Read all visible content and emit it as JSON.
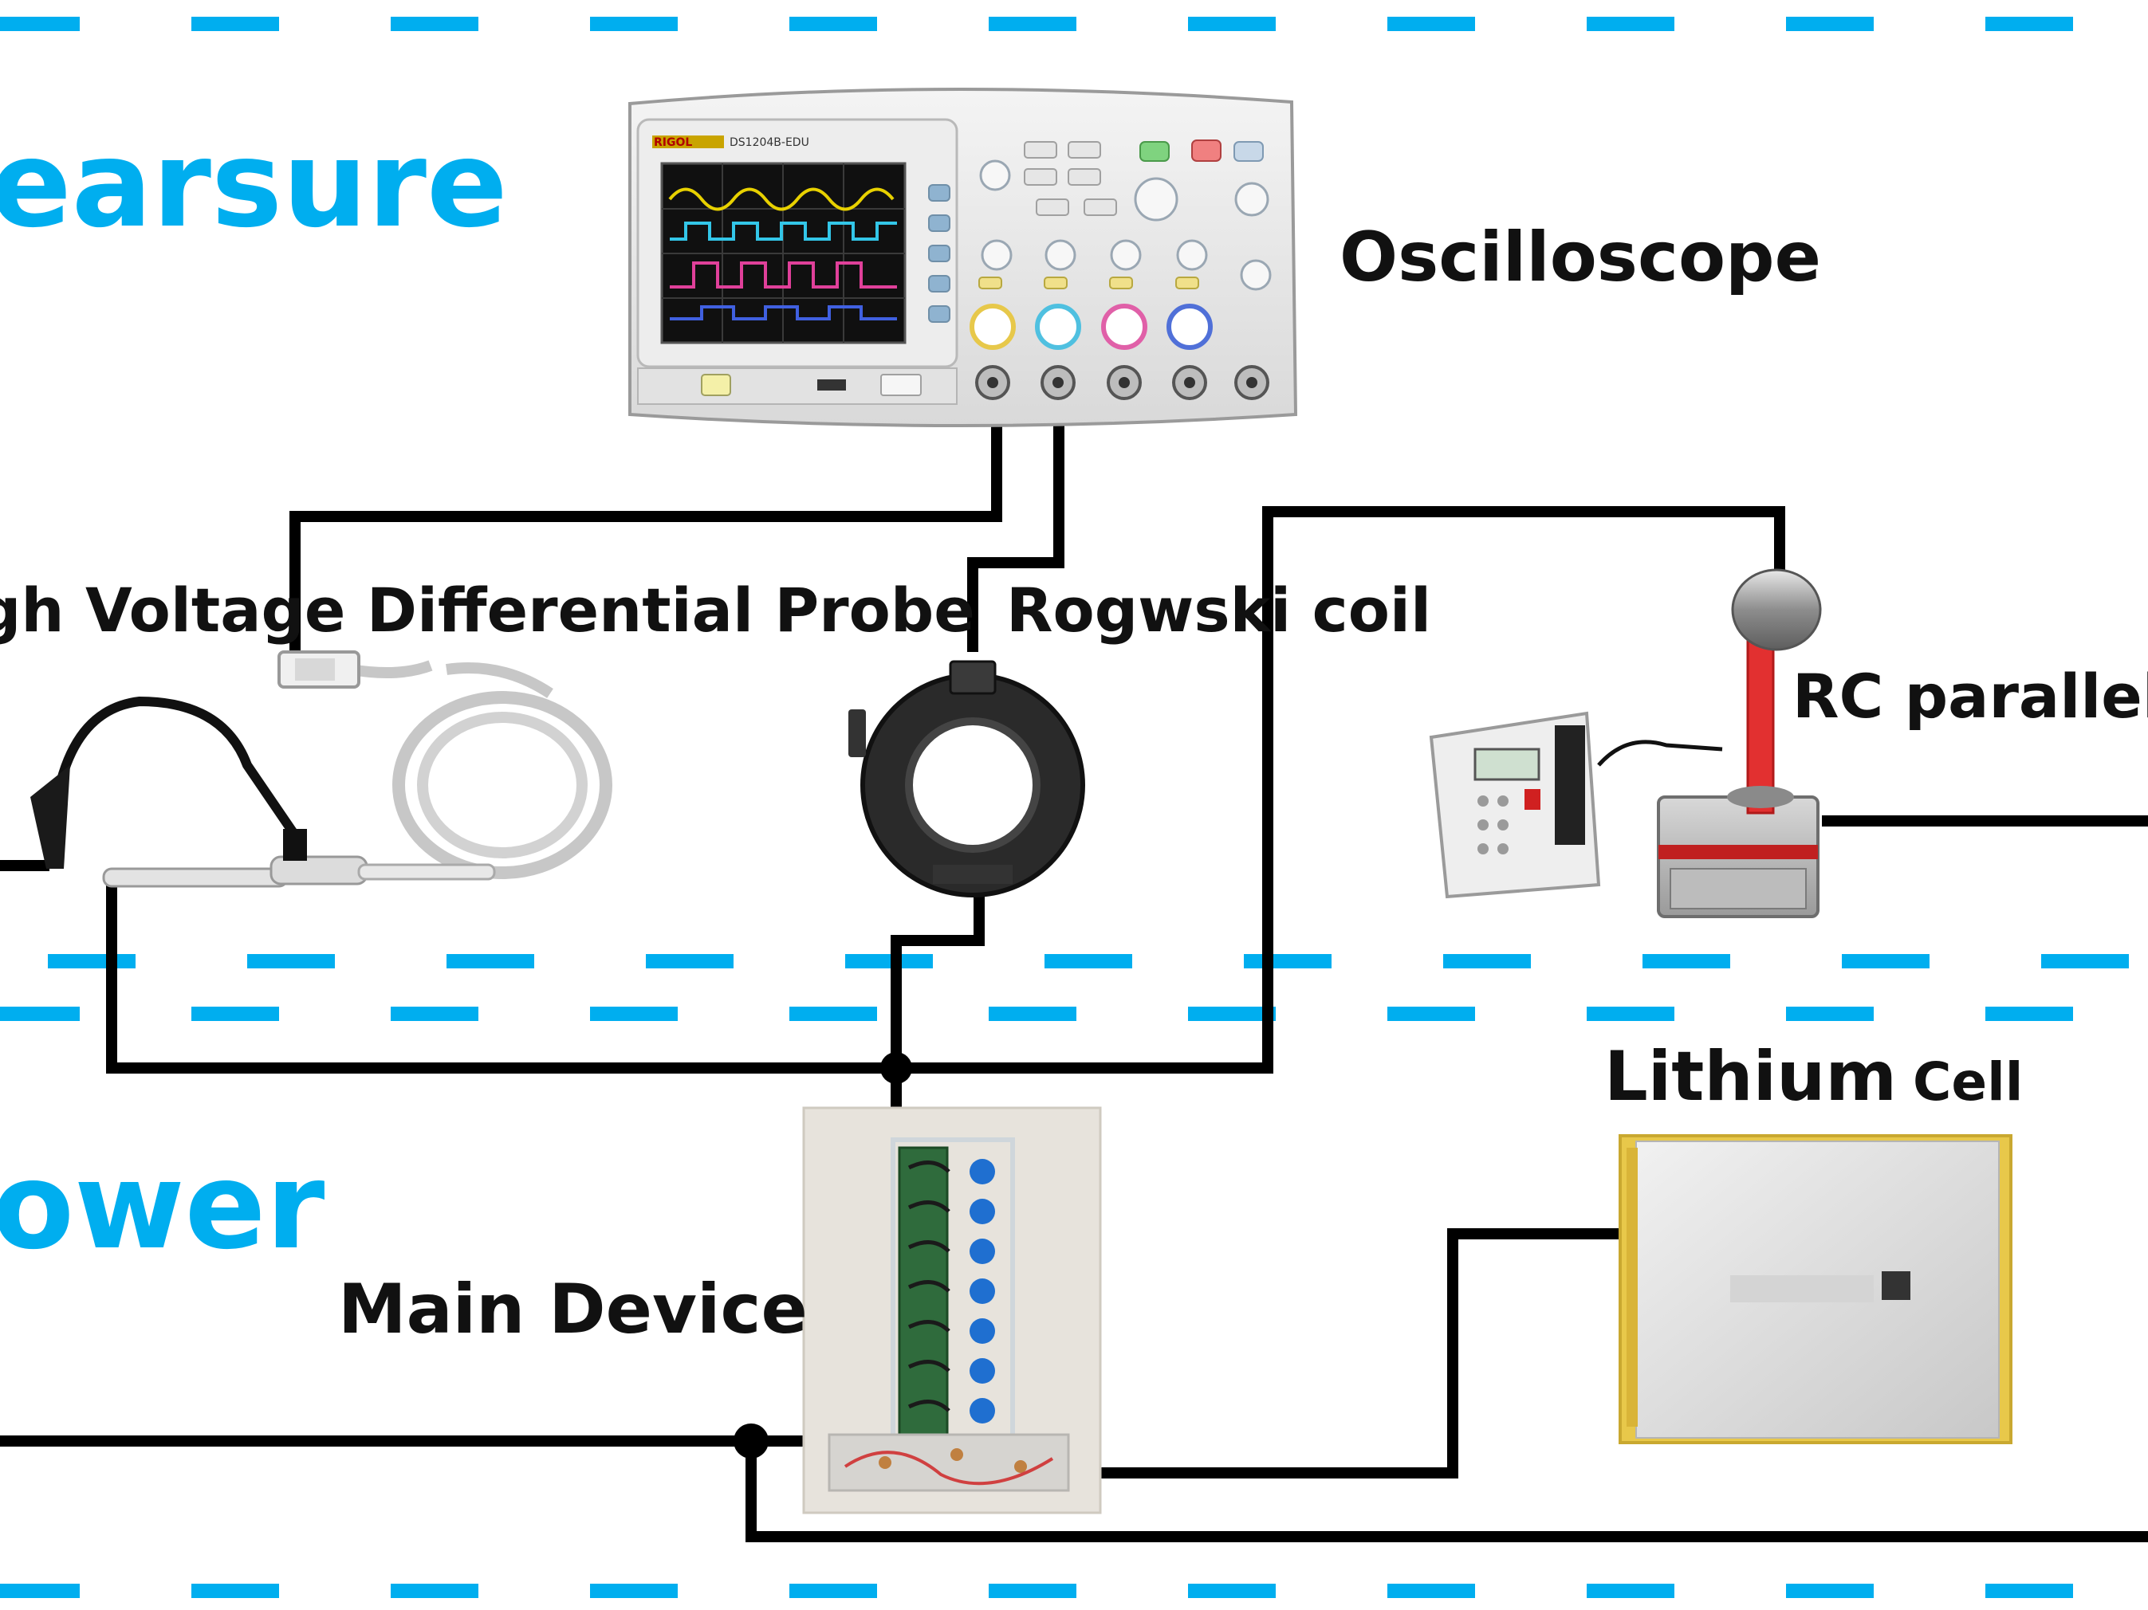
{
  "colors": {
    "accent": "#00aeef",
    "wire": "#000000",
    "text": "#111111"
  },
  "sections": {
    "measure": "earsure",
    "power": "ower"
  },
  "labels": {
    "oscilloscope": "Oscilloscope",
    "probe": "gh Voltage Differential Probe",
    "rogowski": "Rogwski coil",
    "rc_divider": "RC parallel d",
    "lithium": "Lithium",
    "lithium_suffix": "Cell",
    "main_device": "Main Device"
  },
  "oscilloscope_panel": {
    "brand": "RIGOL",
    "model": "DS1204B-EDU"
  },
  "icons": [
    "oscilloscope-icon",
    "differential-probe-icon",
    "rogowski-coil-icon",
    "rc-divider-icon",
    "control-box-icon",
    "main-device-photo",
    "lithium-cell-icon"
  ]
}
